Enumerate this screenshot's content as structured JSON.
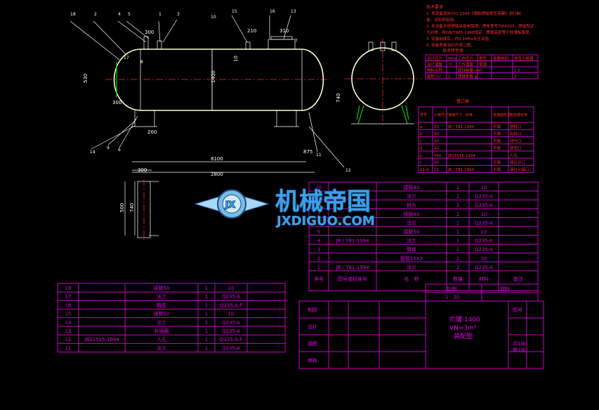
{
  "tech_requirements": {
    "title": "技术要求",
    "lines": [
      "1. 本设备按JB741-1994《钢制焊接常压容器》进行制",
      "造、试验和验收。",
      "2. 本设备全部焊缝采用电弧焊，焊条型号为E4303，焊接型式",
      "为对焊，按GB/T985-1988规定，焊缝高度等于较薄板厚度。",
      "3. 设备制成后，作0.1MPa水压试验。",
      "4. 设备表面涂红丹漆二度。"
    ]
  },
  "tech_char": {
    "title": "技术特性表",
    "rows": [
      [
        "设计压力",
        "MPa",
        "工作压力",
        "常压",
        "容器类别",
        "非压力容器"
      ],
      [
        "设计温度",
        "°C",
        "工作温度",
        "常温",
        "",
        ""
      ],
      [
        "物料名称",
        "",
        "腐蚀裕量 mm",
        "",
        "",
        "1.5"
      ],
      [
        "容积 m³",
        "1",
        "焊缝系数 φ",
        "",
        "",
        "3"
      ]
    ]
  },
  "nozzle_table": {
    "title": "管口表",
    "headers": [
      "符号",
      "公称尺寸",
      "连接尺寸、标准",
      "连接面形式",
      "用途或名称"
    ],
    "rows": [
      [
        "a",
        "50",
        "JB / T81-1994",
        "平面",
        "进料口"
      ],
      [
        "b",
        "40",
        "",
        "平面",
        "出料口"
      ],
      [
        "c",
        "40",
        "",
        "平面",
        "排气口"
      ],
      [
        "d",
        "40",
        "",
        "平面",
        "放空口"
      ],
      [
        "e",
        "450",
        "JB21515-1994",
        "",
        "人孔"
      ],
      [
        "f",
        "50",
        "",
        "平面",
        "液位计口"
      ],
      [
        "h1-4",
        "15",
        "JB / T81-1994",
        "平面",
        "液位计接口"
      ]
    ]
  },
  "parts_upper": {
    "rows": [
      [
        "10",
        "",
        "接管40",
        "1",
        "10",
        ""
      ],
      [
        "9",
        "",
        "法兰",
        "1",
        "Q235-A",
        ""
      ],
      [
        "8",
        "",
        "封头",
        "1",
        "Q235-A",
        ""
      ],
      [
        "7",
        "",
        "接管40",
        "1",
        "10",
        ""
      ],
      [
        "6",
        "",
        "法兰",
        "1",
        "Q235-A",
        ""
      ],
      [
        "5",
        "",
        "接管50",
        "1",
        "10",
        ""
      ],
      [
        "4",
        "JB / T81-1994",
        "法兰",
        "1",
        "Q235-A",
        ""
      ],
      [
        "3",
        "",
        "筒体",
        "1",
        "Q235-A",
        ""
      ],
      [
        "2",
        "",
        "接管15X2",
        "2",
        "10",
        ""
      ],
      [
        "1",
        "JB / T81-1994",
        "法兰",
        "2",
        "Q235-A",
        ""
      ]
    ],
    "header": [
      "序号",
      "图号或标准号",
      "名　称",
      "数量",
      "材料",
      "备注"
    ]
  },
  "parts_lower": {
    "rows": [
      [
        "18",
        "",
        "接管50",
        "1",
        "10",
        ""
      ],
      [
        "17",
        "",
        "法兰",
        "1",
        "Q235-A",
        ""
      ],
      [
        "16",
        "",
        "鞍座",
        "1",
        "Q235-A·F",
        ""
      ],
      [
        "15",
        "",
        "接管50",
        "1",
        "10",
        ""
      ],
      [
        "14",
        "",
        "法兰",
        "1",
        "Q235-A",
        ""
      ],
      [
        "13",
        "",
        "补强圈",
        "1",
        "Q235-A",
        ""
      ],
      [
        "12",
        "JB21515-1994",
        "人孔",
        "1",
        "Q235-A·F",
        ""
      ],
      [
        "11",
        "",
        "法兰",
        "1",
        "Q235-A",
        ""
      ]
    ]
  },
  "title_block": {
    "scale_label": "比例",
    "material_label": "材料",
    "scale_value": "1：20",
    "drawing_title": [
      "贮罐 1400",
      "VN=3m³",
      "装配图"
    ],
    "left_labels": [
      "制图",
      "设计",
      "描图",
      "审核"
    ],
    "right_labels": [
      "图号",
      "共1张",
      "第1张"
    ]
  },
  "logo": {
    "name": "机械帝国",
    "url": "JXDIGUO.COM",
    "emblem": "JX"
  },
  "dimensions": {
    "len_8100": "8100",
    "len_2800": "2800",
    "len_300": "300",
    "len_875": "875",
    "dia_1400": "1400",
    "h_740": "740",
    "h_500": "500",
    "w_300": "300",
    "w_200": "200",
    "w_210": "210",
    "w_310": "310",
    "h_530": "530",
    "h_300": "300",
    "h_10": "10",
    "h_740_side": "740"
  },
  "balloon_numbers": [
    "18",
    "2",
    "4",
    "5",
    "1",
    "3",
    "15",
    "16",
    "13",
    "14",
    "9",
    "6",
    "11",
    "12",
    "17",
    "8",
    "10",
    "7"
  ],
  "colors": {
    "frame": "#c800c8",
    "shell": "#ffffcc",
    "centerline": "#ff2020",
    "logo_blue": "#3fa0e6",
    "support": "#00d000"
  }
}
